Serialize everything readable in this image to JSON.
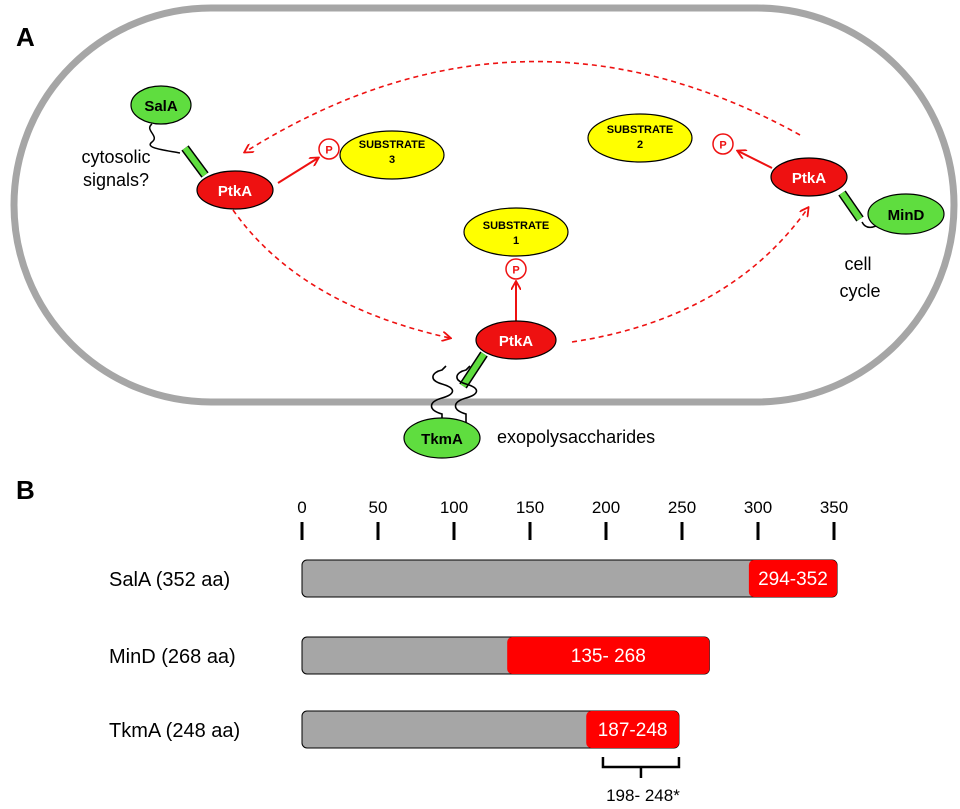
{
  "panel_a": {
    "label": "A",
    "colors": {
      "ptk": "#ee1111",
      "partner": "#5fdd3f",
      "substrate": "#ffff00",
      "arrow": "#ee1111",
      "membrane": "#a6a6a6",
      "linker": "#5fdd3f"
    },
    "kinase_label": "PtkA",
    "phospho_label": "P",
    "partners": {
      "sala": "SalA",
      "mind": "MinD",
      "tkma": "TkmA"
    },
    "substrates": {
      "s3": {
        "line1": "SUBSTRATE",
        "line2": "3"
      },
      "s2": {
        "line1": "SUBSTRATE",
        "line2": "2"
      },
      "s1": {
        "line1": "SUBSTRATE",
        "line2": "1"
      }
    },
    "notes": {
      "cytosolic_line1": "cytosolic",
      "cytosolic_line2": "signals?",
      "cell_line1": "cell",
      "cell_line2": "cycle",
      "exo": "exopolysaccharides"
    }
  },
  "panel_b": {
    "label": "B",
    "axis_ticks": [
      0,
      50,
      100,
      150,
      200,
      250,
      300,
      350
    ],
    "colors": {
      "protein_bar": "#a6a6a6",
      "domain": "#ff0000"
    },
    "proteins": [
      {
        "label": "SalA (352 aa)",
        "length": 352,
        "domain_start": 294,
        "domain_end": 352,
        "domain_label": "294-352"
      },
      {
        "label": "MinD (268 aa)",
        "length": 268,
        "domain_start": 135,
        "domain_end": 268,
        "domain_label": "135- 268"
      },
      {
        "label": "TkmA (248 aa)",
        "length": 248,
        "domain_start": 187,
        "domain_end": 248,
        "domain_label": "187-248"
      }
    ],
    "bracket": {
      "start": 198,
      "end": 248,
      "label": "198- 248*"
    }
  }
}
